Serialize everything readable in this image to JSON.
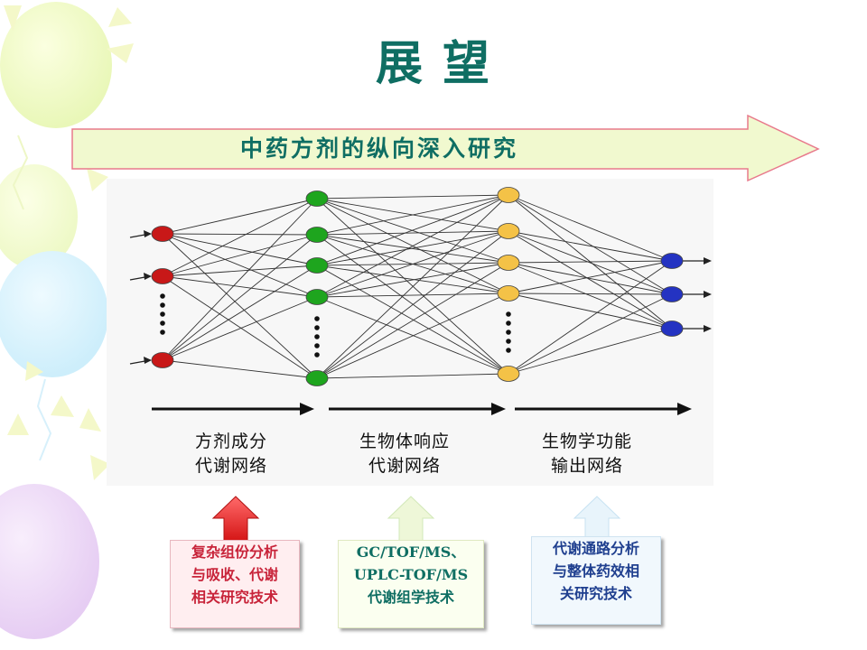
{
  "slide": {
    "title": "展  望",
    "banner": "中药方剂的纵向深入研究",
    "colors": {
      "title": "#0f6e63",
      "banner_fill": "#f1f9cf",
      "banner_stroke": "#e87a8c",
      "input_node": "#c81818",
      "hidden1_node": "#1ea51e",
      "hidden2_node": "#f4c247",
      "output_node": "#2433c2"
    }
  },
  "stages": [
    {
      "line1": "方剂成分",
      "line2": "代谢网络"
    },
    {
      "line1": "生物体响应",
      "line2": "代谢网络"
    },
    {
      "line1": "生物学功能",
      "line2": "输出网络"
    }
  ],
  "techniques": [
    {
      "line1": "复杂组份分析",
      "line2": "与吸收、代谢",
      "line3": "相关研究技术",
      "color": "#c8243a",
      "arrow": "red-up-arrow"
    },
    {
      "line1": "GC/TOF/MS、",
      "line2": "UPLC-TOF/MS",
      "line3": "代谢组学技术",
      "color": "#0f6e63",
      "arrow": "light-green-up-arrow"
    },
    {
      "line1": "代谢通路分析",
      "line2": "与整体药效相",
      "line3": "关研究技术",
      "color": "#1f3f8f",
      "arrow": "light-blue-up-arrow"
    }
  ]
}
